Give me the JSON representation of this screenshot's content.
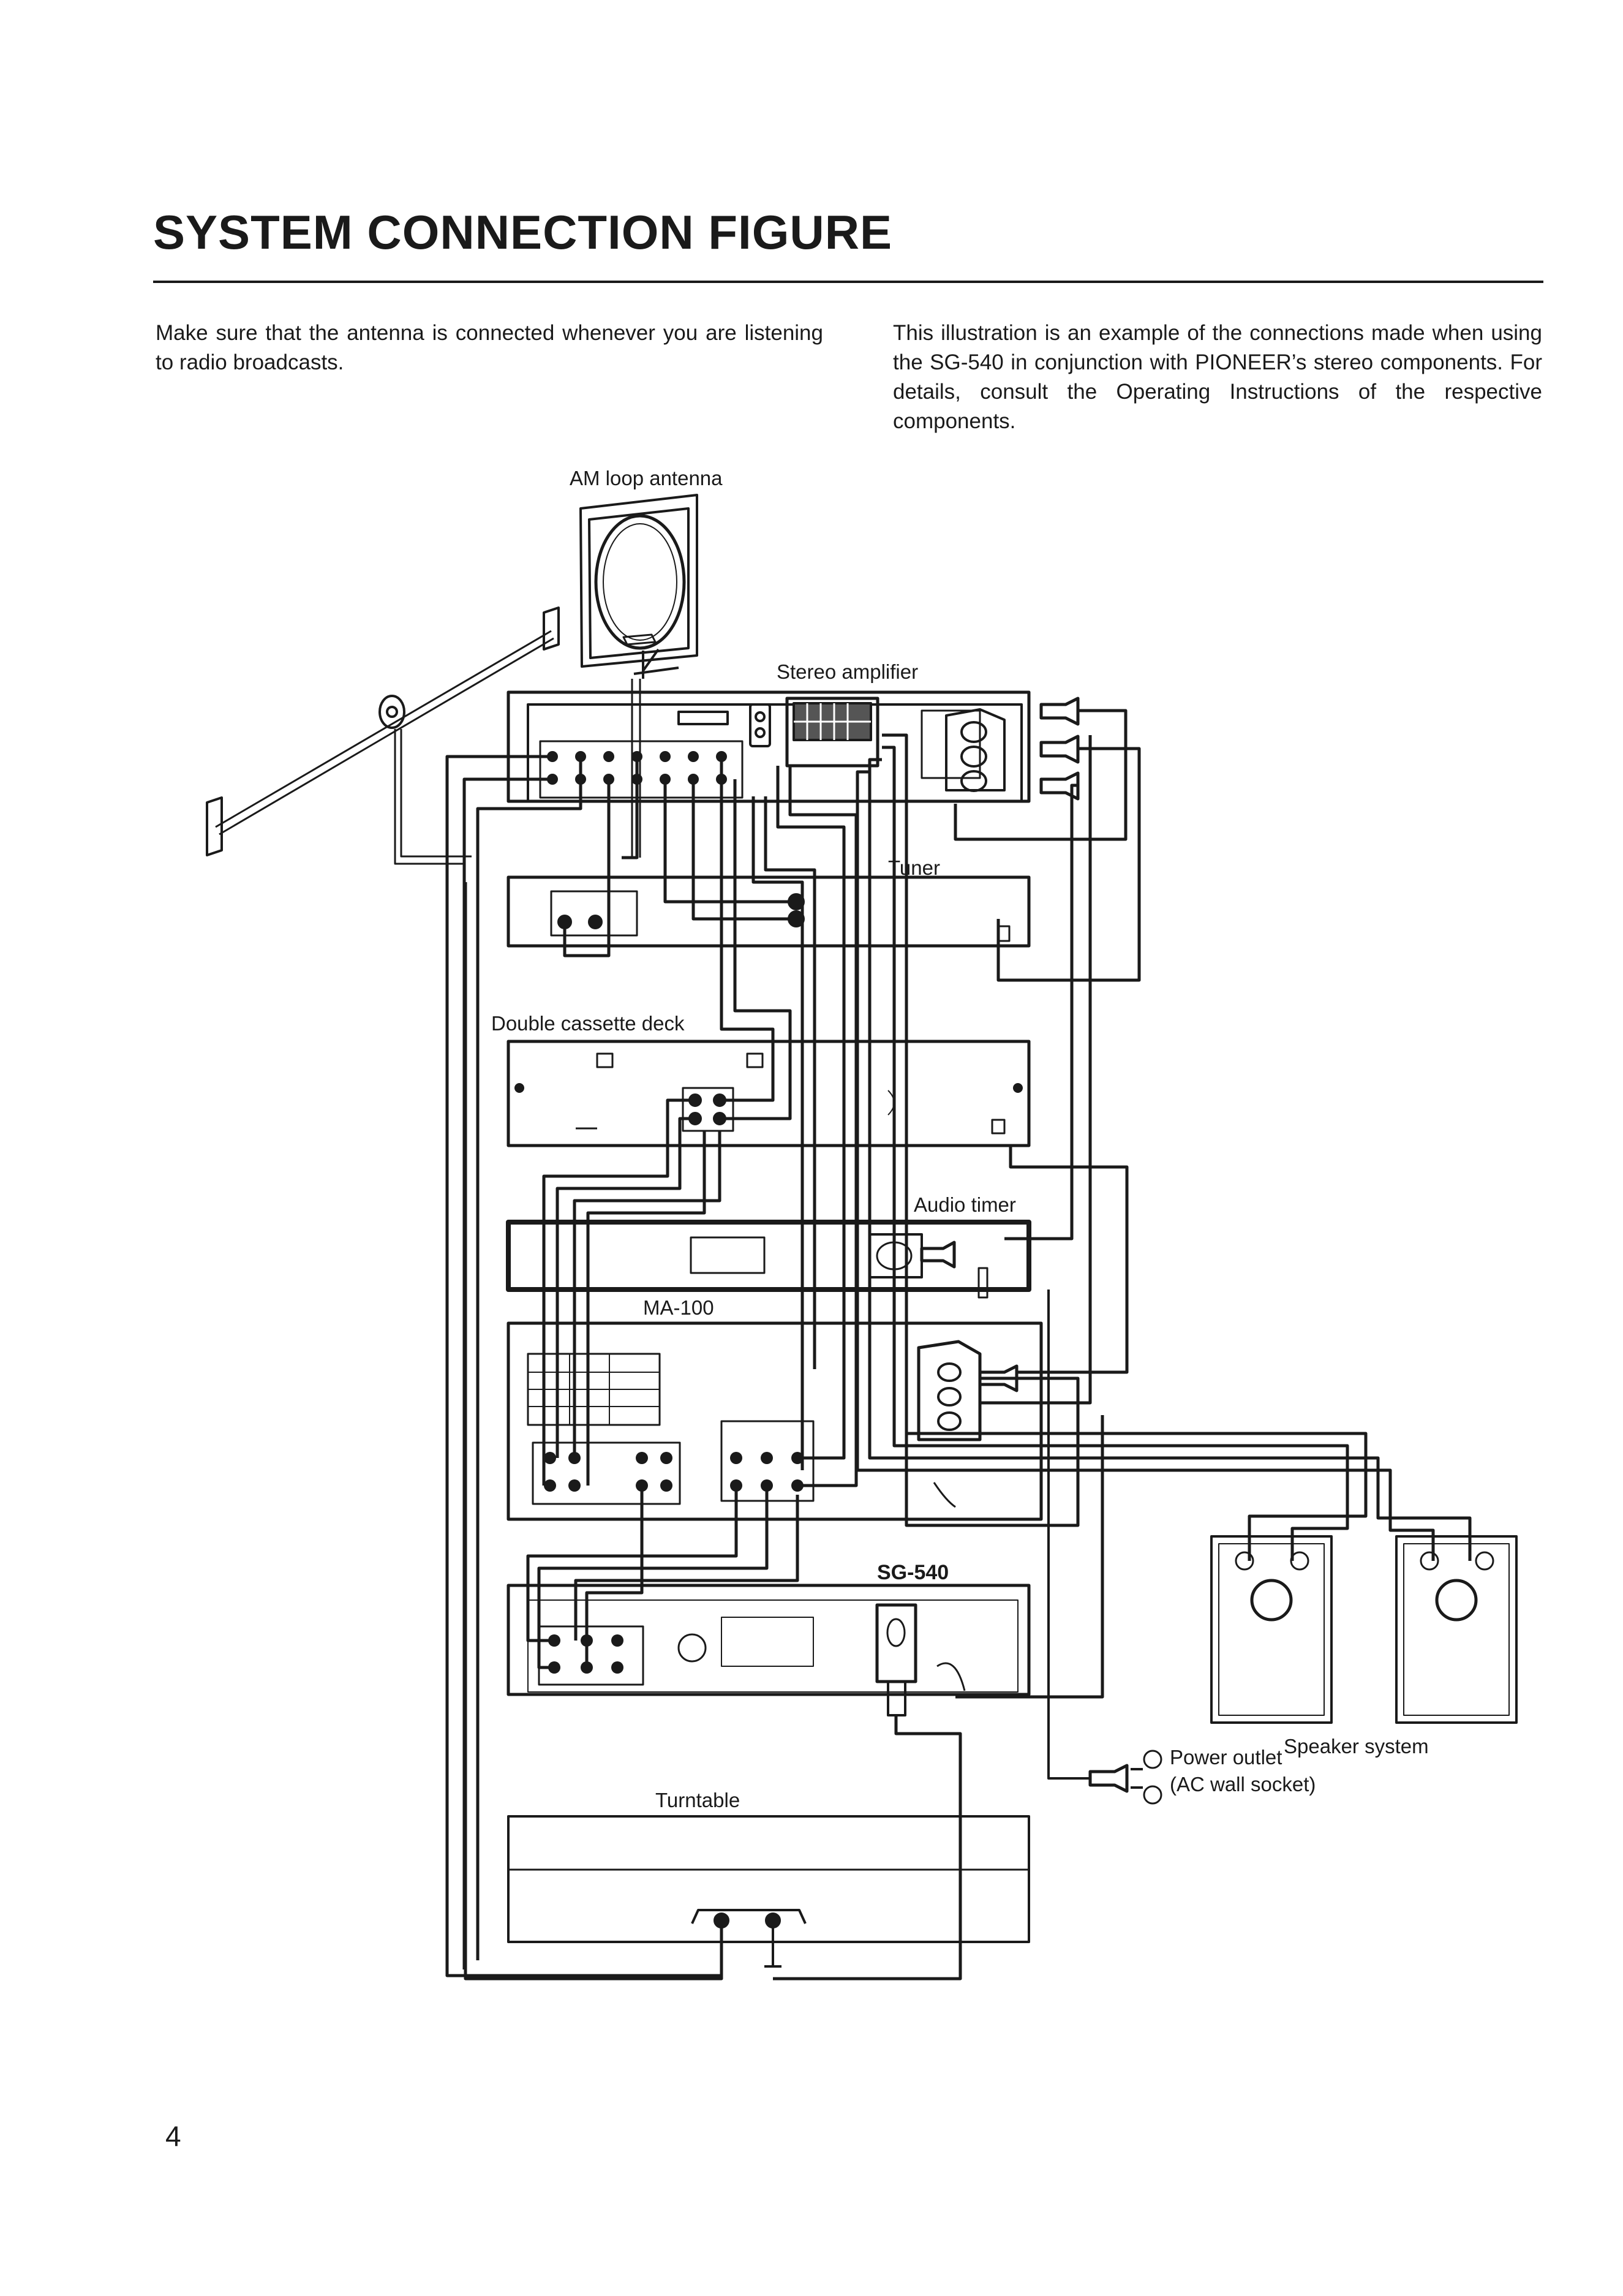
{
  "page": {
    "title": "SYSTEM CONNECTION FIGURE",
    "intro_left": "Make sure that the antenna is connected whenever you are listening to radio broadcasts.",
    "intro_right": "This illustration is an example of the connections made when using the SG-540 in conjunction with PIONEER’s stereo components. For details, consult the Operating Instructions of the respective components.",
    "page_number": "4"
  },
  "diagram": {
    "labels": {
      "am_loop_antenna": "AM loop antenna",
      "stereo_amplifier": "Stereo amplifier",
      "tuner": "Tuner",
      "double_cassette_deck": "Double cassette deck",
      "audio_timer": "Audio timer",
      "ma100": "MA-100",
      "sg540": "SG-540",
      "turntable": "Turntable",
      "speaker_system": "Speaker system",
      "power_outlet": "Power outlet",
      "ac_wall_socket": "(AC wall socket)"
    }
  }
}
